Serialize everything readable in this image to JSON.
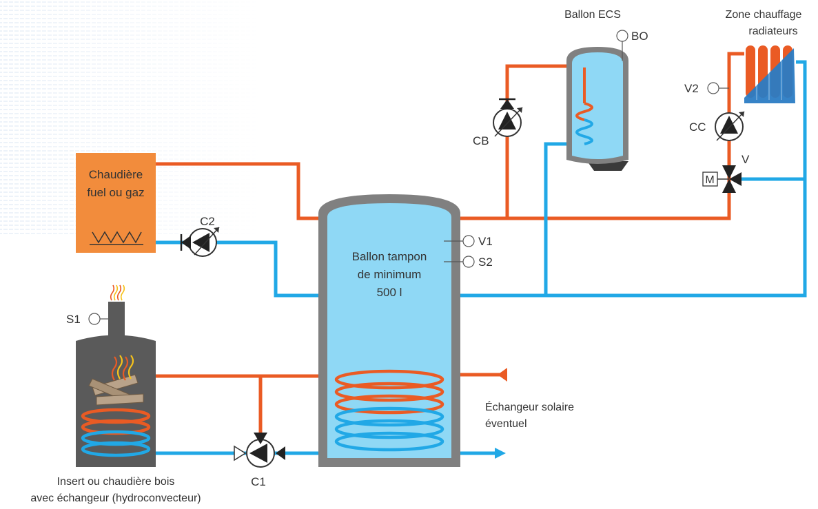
{
  "labels": {
    "ballon_ecs": "Ballon ECS",
    "bo": "BO",
    "zone_line1": "Zone chauffage",
    "zone_line2": "radiateurs",
    "v2": "V2",
    "cc": "CC",
    "v": "V",
    "m": "M",
    "cb": "CB",
    "chaudiere_line1": "Chaudière",
    "chaudiere_line2": "fuel ou gaz",
    "c2": "C2",
    "tank_line1": "Ballon tampon",
    "tank_line2": "de minimum",
    "tank_line3": "500 l",
    "v1": "V1",
    "s2": "S2",
    "s1": "S1",
    "solar_line1": "Échangeur solaire",
    "solar_line2": "éventuel",
    "c1": "C1",
    "insert_line1": "Insert ou chaudière bois",
    "insert_line2": "avec échangeur (hydroconvecteur)"
  },
  "colors": {
    "hot_pipe": "#ea5b24",
    "cold_pipe": "#21a8e6",
    "tank_shell": "#808080",
    "tank_water": "#8fd8f5",
    "boiler": "#f28c3c",
    "stove": "#5a5a5a"
  }
}
